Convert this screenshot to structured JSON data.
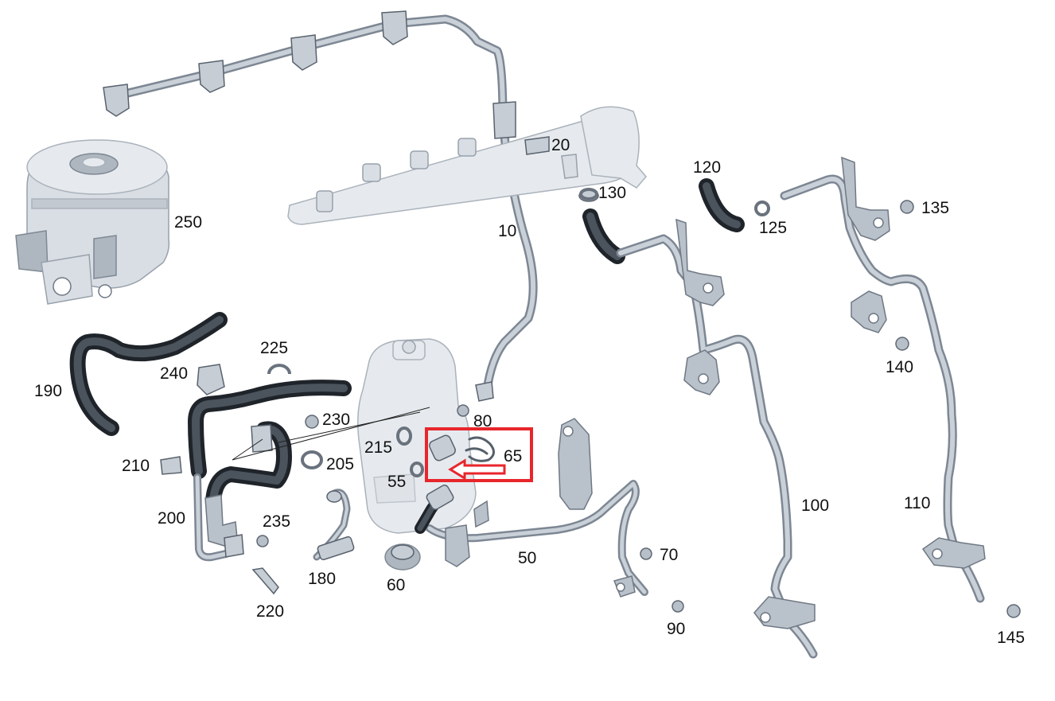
{
  "diagram": {
    "labels": {
      "p10": "10",
      "p20": "20",
      "p50": "50",
      "p55": "55",
      "p60": "60",
      "p65": "65",
      "p70": "70",
      "p80": "80",
      "p90": "90",
      "p100": "100",
      "p110": "110",
      "p120": "120",
      "p125": "125",
      "p130": "130",
      "p135": "135",
      "p140": "140",
      "p145": "145",
      "p180": "180",
      "p190": "190",
      "p200": "200",
      "p205": "205",
      "p210": "210",
      "p215": "215",
      "p220": "220",
      "p225": "225",
      "p230": "230",
      "p235": "235",
      "p240": "240",
      "p250": "250"
    },
    "highlight": {
      "color": "#e8262c"
    },
    "colors": {
      "metal": "#c9d0d8",
      "hose": "#2b3137",
      "body": "#d9dee4"
    }
  }
}
